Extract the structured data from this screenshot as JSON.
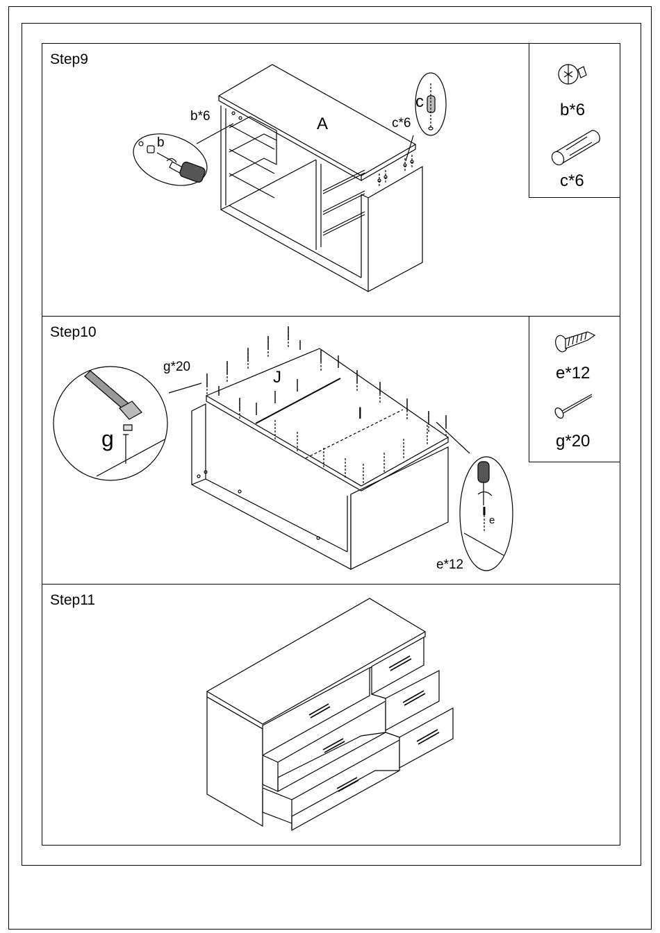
{
  "steps": [
    {
      "title": "Step9",
      "labels": {
        "panel": "A",
        "callout_b": "b*6",
        "callout_c": "c*6",
        "detail_b": "b",
        "detail_c": "c"
      },
      "parts": [
        {
          "label": "b*6",
          "icon": "cam-lock-icon"
        },
        {
          "label": "c*6",
          "icon": "wood-dowel-icon"
        }
      ]
    },
    {
      "title": "Step10",
      "labels": {
        "panel_j": "J",
        "panel_i": "I",
        "callout_g": "g*20",
        "callout_e": "e*12",
        "detail_g": "g",
        "detail_e": "e"
      },
      "parts": [
        {
          "label": "e*12",
          "icon": "screw-icon"
        },
        {
          "label": "g*20",
          "icon": "nail-icon"
        }
      ]
    },
    {
      "title": "Step11"
    }
  ]
}
